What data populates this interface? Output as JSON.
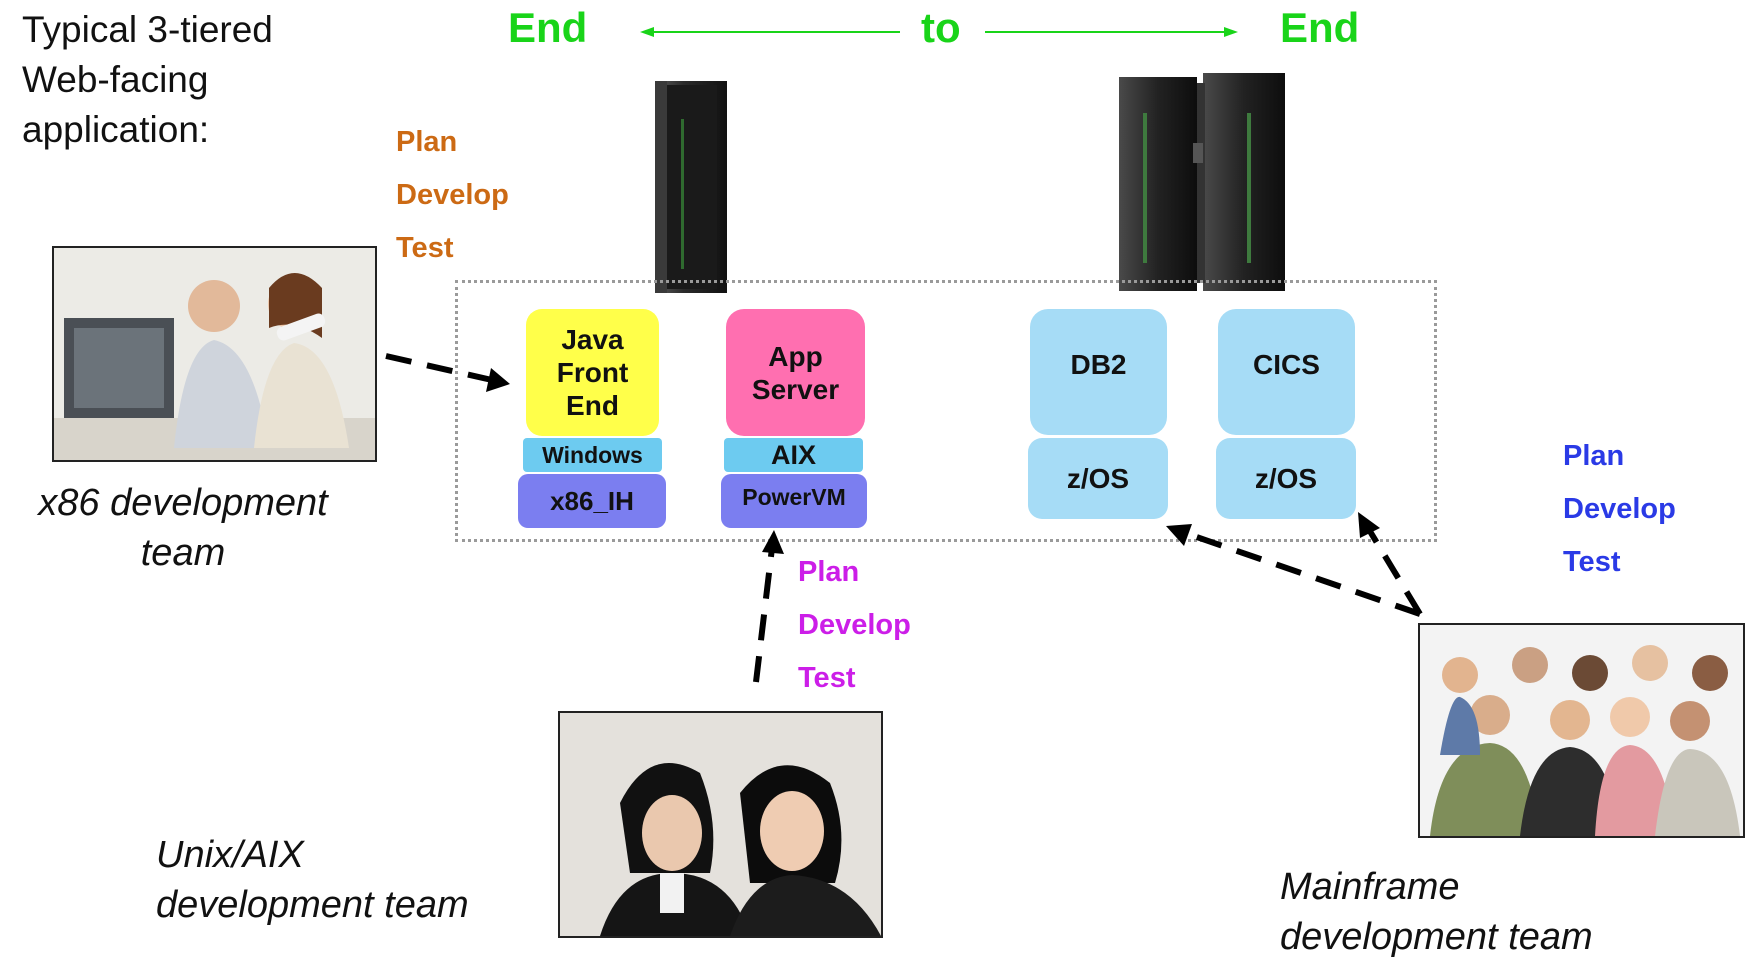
{
  "heading": {
    "lines": [
      "Typical 3-tiered",
      "Web-facing",
      "application:"
    ]
  },
  "end_to_end": {
    "left": "End",
    "middle": "to",
    "right": "End"
  },
  "plan_develop_test": {
    "orange": [
      "Plan",
      "Develop",
      "Test"
    ],
    "purple": [
      "Plan",
      "Develop",
      "Test"
    ],
    "blue": [
      "Plan",
      "Develop",
      "Test"
    ]
  },
  "stacks": {
    "java": {
      "app": "Java Front End",
      "os": "Windows",
      "hw": "x86_IH"
    },
    "appserver": {
      "app": "App Server",
      "os": "AIX",
      "hw": "PowerVM"
    },
    "db2": {
      "app": "DB2",
      "os": "z/OS"
    },
    "cics": {
      "app": "CICS",
      "os": "z/OS"
    }
  },
  "teams": {
    "x86": [
      "x86  development",
      "team"
    ],
    "unix": [
      "Unix/AIX",
      "development team"
    ],
    "mainframe": [
      "Mainframe",
      "development team"
    ]
  },
  "colors": {
    "end_to_end": "#19d419",
    "orange": "#cc6a14",
    "purple": "#cc1ee8",
    "blue": "#2a3ae6",
    "java_app": "#ffff4a",
    "appserver_app": "#ff6fb0",
    "os_tier": "#6dcbf0",
    "hw_tier": "#7b7ef0",
    "z_boxes": "#a6dcf6"
  }
}
